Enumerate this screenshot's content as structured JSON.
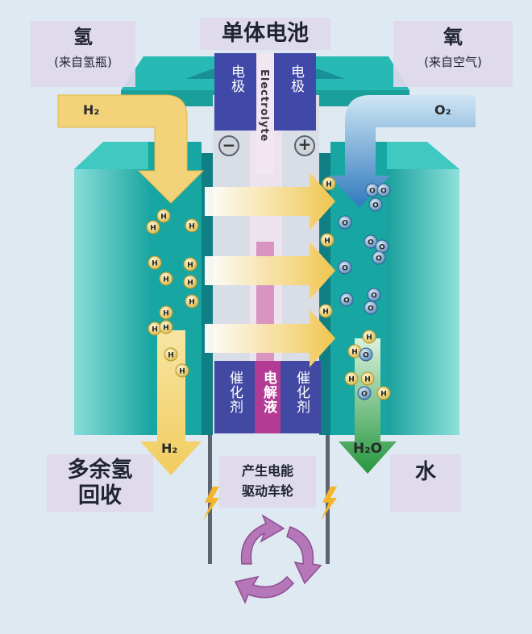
{
  "title": "单体电池",
  "hydrogen": {
    "name": "氢",
    "source": "(来自氢瓶)",
    "inlet_formula": "H₂",
    "outlet_formula": "H₂",
    "atom": "H"
  },
  "oxygen": {
    "name": "氧",
    "source": "(来自空气)",
    "inlet_formula": "O₂",
    "atom": "O"
  },
  "electrode_left": "电极",
  "electrode_right": "电极",
  "electrolyte_en": "Electrolyte",
  "terminal_negative": "−",
  "terminal_positive": "+",
  "catalyst_left": "催化剂",
  "electrolyte_cn": "电解液",
  "catalyst_right": "催化剂",
  "excess_hydrogen": [
    "多余氢",
    "回收"
  ],
  "water_formula": "H₂O",
  "water_label": "水",
  "power_label": [
    "产生电能",
    "驱动车轮"
  ],
  "colors": {
    "housing": "#1fb4b0",
    "electrode": "#3f47a6",
    "electrolyte": "#b83f96",
    "hydrogen_flow": "#f1cf67",
    "oxygen_flow": "#2f7dbf",
    "water_flow": "#2e9b4a"
  }
}
